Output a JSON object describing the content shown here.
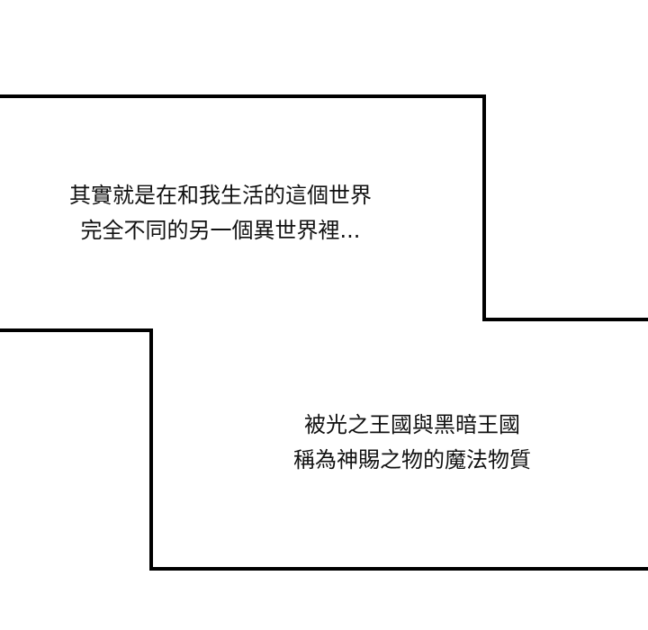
{
  "captions": {
    "top": {
      "lines": [
        "其實就是在和我生活的這個世界",
        "完全不同的另一個異世界裡..."
      ]
    },
    "bottom": {
      "lines": [
        "被光之王國與黑暗王國",
        "稱為神賜之物的魔法物質"
      ]
    }
  },
  "colors": {
    "border": "#000000",
    "background": "#ffffff",
    "text": "#111111"
  }
}
